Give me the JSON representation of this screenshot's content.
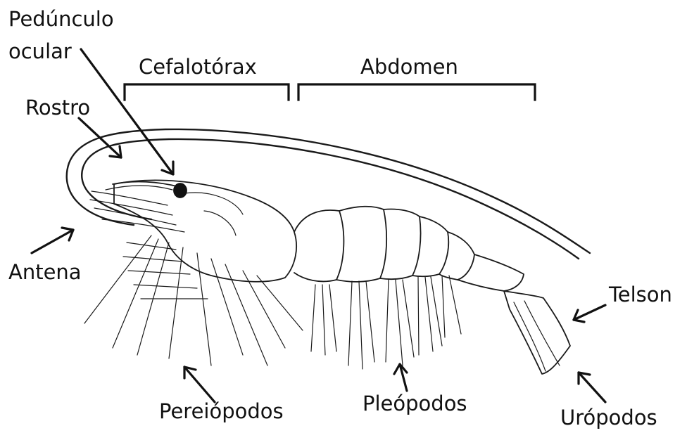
{
  "figure": {
    "labels": {
      "peduncle_line1": "Pedúnculo",
      "peduncle_line2": "ocular",
      "cephalothorax": "Cefalotórax",
      "abdomen": "Abdomen",
      "rostrum": "Rostro",
      "antenna": "Antena",
      "telson": "Telson",
      "pereiopods": "Pereiópodos",
      "pleopods": "Pleópodos",
      "uropods": "Urópodos"
    },
    "colors": {
      "ink": "#111111",
      "background": "#ffffff"
    }
  }
}
